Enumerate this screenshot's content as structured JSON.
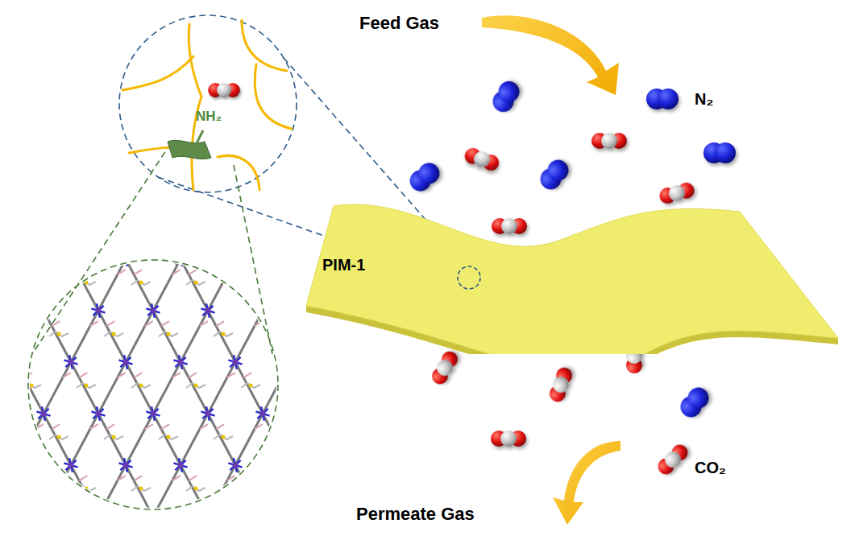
{
  "diagram": {
    "nodes": [
      {
        "text": [
          "PIM-1"
        ]
      }
    ],
    "labels": [
      "Feed Gas",
      "N₂",
      "CO₂",
      "Permeate Gas",
      "NH₂"
    ]
  }
}
